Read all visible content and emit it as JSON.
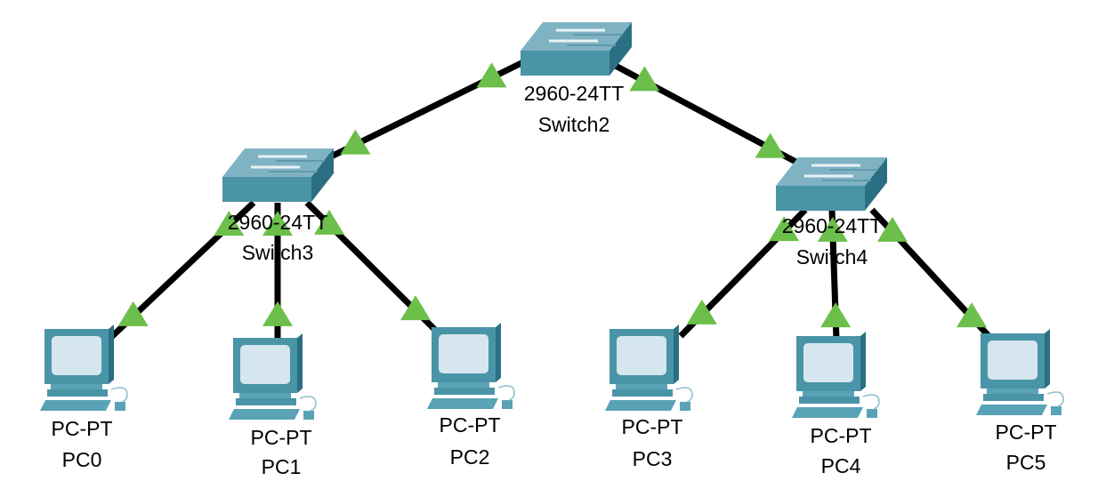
{
  "colors": {
    "link": "#000000",
    "link_up": "#6cbf4a",
    "device_front": "#4a94a8",
    "device_top": "#7fb3c4",
    "device_side": "#2a6f83",
    "screen": "#d6e6ee"
  },
  "devices": [
    {
      "id": "switch2",
      "type": "switch",
      "model": "2960-24TT",
      "name": "Switch2"
    },
    {
      "id": "switch3",
      "type": "switch",
      "model": "2960-24TT",
      "name": "Switch3"
    },
    {
      "id": "switch4",
      "type": "switch",
      "model": "2960-24TT",
      "name": "Switch4"
    },
    {
      "id": "pc0",
      "type": "pc",
      "model": "PC-PT",
      "name": "PC0"
    },
    {
      "id": "pc1",
      "type": "pc",
      "model": "PC-PT",
      "name": "PC1"
    },
    {
      "id": "pc2",
      "type": "pc",
      "model": "PC-PT",
      "name": "PC2"
    },
    {
      "id": "pc3",
      "type": "pc",
      "model": "PC-PT",
      "name": "PC3"
    },
    {
      "id": "pc4",
      "type": "pc",
      "model": "PC-PT",
      "name": "PC4"
    },
    {
      "id": "pc5",
      "type": "pc",
      "model": "PC-PT",
      "name": "PC5"
    }
  ],
  "links": [
    {
      "from": "switch2",
      "to": "switch3",
      "status": "up"
    },
    {
      "from": "switch2",
      "to": "switch4",
      "status": "up"
    },
    {
      "from": "switch3",
      "to": "pc0",
      "status": "up"
    },
    {
      "from": "switch3",
      "to": "pc1",
      "status": "up"
    },
    {
      "from": "switch3",
      "to": "pc2",
      "status": "up"
    },
    {
      "from": "switch4",
      "to": "pc3",
      "status": "up"
    },
    {
      "from": "switch4",
      "to": "pc4",
      "status": "up"
    },
    {
      "from": "switch4",
      "to": "pc5",
      "status": "up"
    }
  ]
}
